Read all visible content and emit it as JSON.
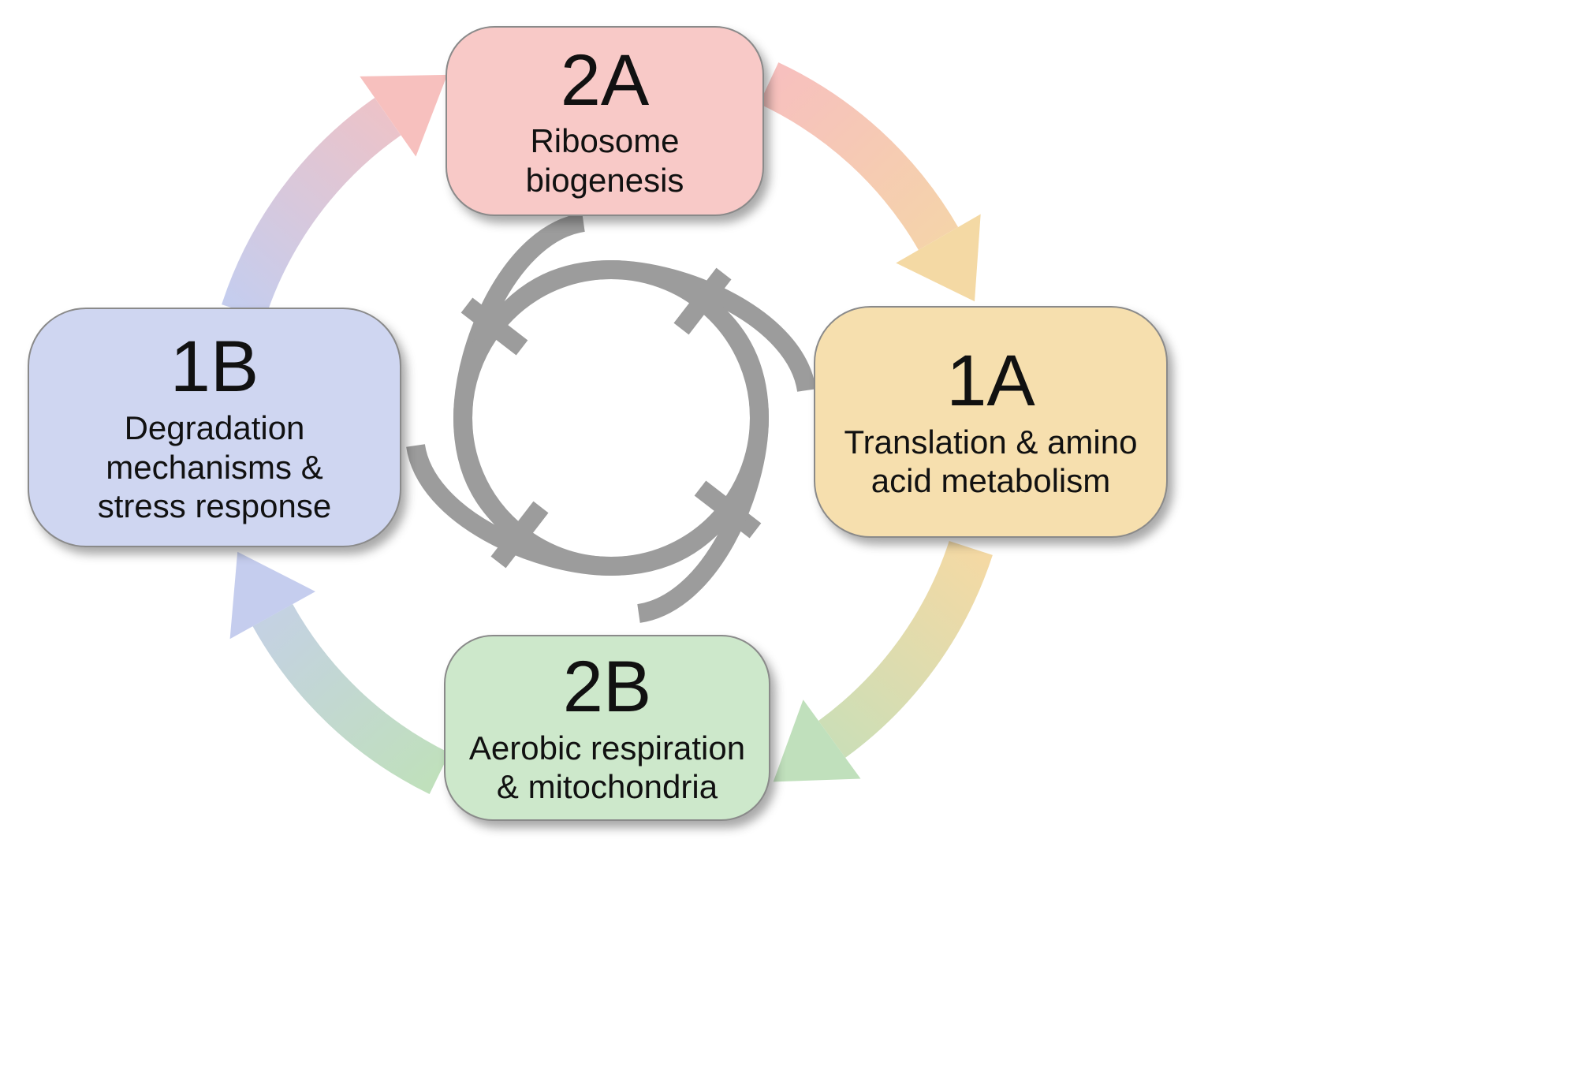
{
  "colors": {
    "node_pink": "#f8c9c7",
    "node_yellow": "#f6dfae",
    "node_green": "#cde8cb",
    "node_blue": "#cfd6f1",
    "arrow_pink": "#f7c0be",
    "arrow_yellow": "#f4d9a4",
    "arrow_green": "#c0e0bc",
    "arrow_blue": "#c5cdee",
    "inhibition_gray": "#9c9c9c",
    "text": "#111111",
    "node_border": "#8a8a8a"
  },
  "nodes": [
    {
      "label": "2A",
      "lines": [
        "Ribosome",
        "biogenesis"
      ],
      "color": "#f8c9c7",
      "position": "top"
    },
    {
      "label": "1A",
      "lines": [
        "Translation & amino",
        "acid metabolism"
      ],
      "color": "#f6dfae",
      "position": "right"
    },
    {
      "label": "2B",
      "lines": [
        "Aerobic respiration",
        "& mitochondria"
      ],
      "color": "#cde8cb",
      "position": "bottom"
    },
    {
      "label": "1B",
      "lines": [
        "Degradation",
        "mechanisms &",
        "stress response"
      ],
      "color": "#cfd6f1",
      "position": "left"
    }
  ],
  "arrows": [
    {
      "from": "1B",
      "to": "2A",
      "style": "gradient blue to pink, clockwise curved arrow"
    },
    {
      "from": "2A",
      "to": "1A",
      "style": "gradient pink to yellow, clockwise curved arrow"
    },
    {
      "from": "1A",
      "to": "2B",
      "style": "gradient yellow to green, clockwise curved arrow"
    },
    {
      "from": "2B",
      "to": "1B",
      "style": "gradient green to blue, clockwise curved arrow"
    }
  ],
  "center_symbol": "mutual-inhibition (four interlocked gray blunt-ended T-bar arcs)"
}
